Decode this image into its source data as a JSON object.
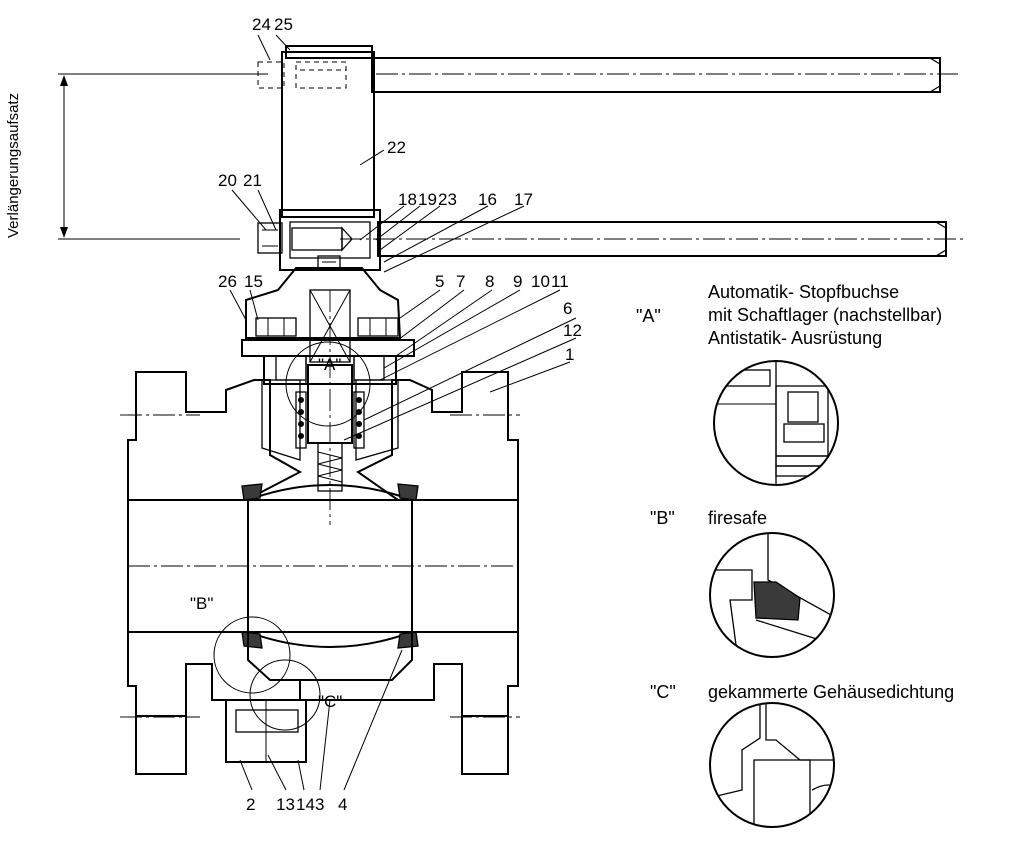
{
  "dimension_label": "Verlängerungsaufsatz",
  "part_numbers": {
    "p24": "24",
    "p25": "25",
    "p22": "22",
    "p20": "20",
    "p21": "21",
    "p18": "18",
    "p19": "19",
    "p23": "23",
    "p16": "16",
    "p17": "17",
    "p26": "26",
    "p15": "15",
    "p5": "5",
    "p7": "7",
    "p8": "8",
    "p9": "9",
    "p10": "10",
    "p11": "11",
    "p6": "6",
    "p12": "12",
    "p1": "1",
    "p2": "2",
    "p13": "13",
    "p14": "14",
    "p3": "3",
    "p4": "4"
  },
  "callouts": {
    "A": "\"A\"",
    "B": "\"B\"",
    "C": "\"C\""
  },
  "details": {
    "A": {
      "tag": "\"A\"",
      "line1": "Automatik- Stopfbuchse",
      "line2": "mit Schaftlager (nachstellbar)",
      "line3": "Antistatik- Ausrüstung"
    },
    "B": {
      "tag": "\"B\"",
      "line1": "firesafe"
    },
    "C": {
      "tag": "\"C\"",
      "line1": "gekammerte Gehäusedichtung"
    }
  }
}
